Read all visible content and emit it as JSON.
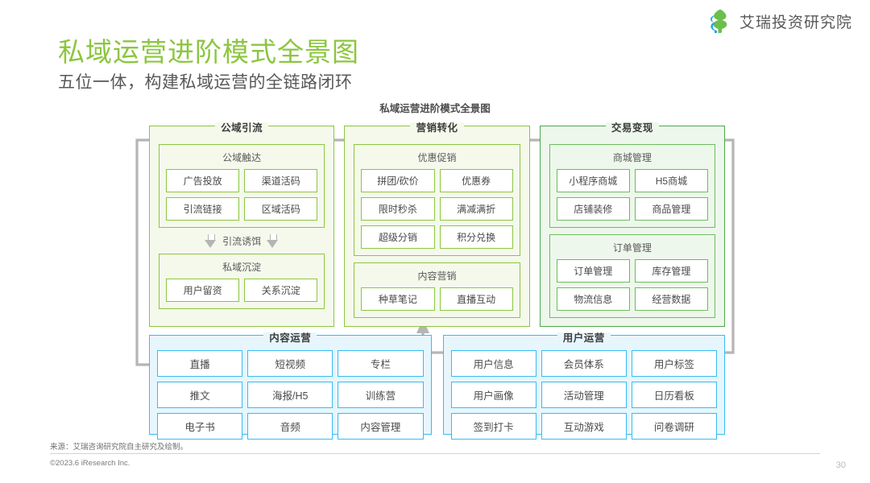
{
  "brand": {
    "name": "艾瑞投资研究院",
    "mark_icon": "iresearch-leaf-logo",
    "green": "#6cbf4b",
    "blue": "#29a7df"
  },
  "slide": {
    "title": "私域运营进阶模式全景图",
    "subtitle": "五位一体，构建私域运营的全链路闭环",
    "accent": "#8cc63f"
  },
  "chart_data": {
    "type": "diagram",
    "title": "私域运营进阶模式全景图",
    "top_sections": [
      {
        "header": "公域引流",
        "color": "#8cc63f",
        "groups": [
          {
            "title": "公域触达",
            "items": [
              "广告投放",
              "渠道活码",
              "引流链接",
              "区域活码"
            ]
          },
          {
            "title": "私域沉淀",
            "items": [
              "用户留资",
              "关系沉淀"
            ]
          }
        ],
        "connector_label": "引流诱饵",
        "connector_icon": "double-down-arrow"
      },
      {
        "header": "营销转化",
        "color": "#8cc63f",
        "groups": [
          {
            "title": "优惠促销",
            "items": [
              "拼团/砍价",
              "优惠券",
              "限时秒杀",
              "满减满折",
              "超级分销",
              "积分兑换"
            ]
          },
          {
            "title": "内容营销",
            "items": [
              "种草笔记",
              "直播互动"
            ]
          }
        ]
      },
      {
        "header": "交易变现",
        "color": "#4ba94b",
        "groups": [
          {
            "title": "商城管理",
            "items": [
              "小程序商城",
              "H5商城",
              "店铺装修",
              "商品管理"
            ]
          },
          {
            "title": "订单管理",
            "items": [
              "订单管理",
              "库存管理",
              "物流信息",
              "经营数据"
            ]
          }
        ]
      }
    ],
    "bottom_sections": [
      {
        "header": "内容运营",
        "color": "#35bdf0",
        "items": [
          "直播",
          "短视频",
          "专栏",
          "推文",
          "海报/H5",
          "训练营",
          "电子书",
          "音频",
          "内容管理"
        ]
      },
      {
        "header": "用户运营",
        "color": "#35bdf0",
        "items": [
          "用户信息",
          "会员体系",
          "用户标签",
          "用户画像",
          "活动管理",
          "日历看板",
          "签到打卡",
          "互动游戏",
          "问卷调研"
        ]
      }
    ],
    "flow_arrows": [
      "公域引流 → 营销转化",
      "营销转化 → 交易变现",
      "交易变现 → 用户运营",
      "用户运营 → 内容运营",
      "内容运营 → 公域引流",
      "内容运营/用户运营 ↑ 营销转化"
    ]
  },
  "footer": {
    "source": "来源：艾瑞咨询研究院自主研究及绘制。",
    "copyright": "©2023.6 iResearch Inc.",
    "page_number": "30"
  }
}
